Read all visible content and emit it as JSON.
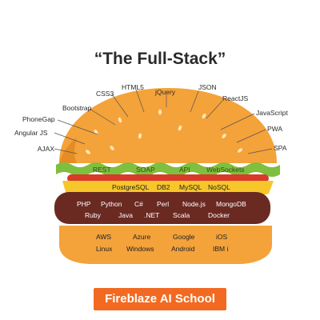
{
  "title": "“The Full-Stack”",
  "colors": {
    "bun": "#f4a23a",
    "bun_shade": "#e68c24",
    "lettuce": "#7fbf3f",
    "tomato": "#d83a2a",
    "cheese": "#f7c62a",
    "patty": "#6a2a22",
    "brand_bg": "#f26a21"
  },
  "top_bun_labels": {
    "ajax": "AJAX",
    "angular": "Angular JS",
    "phonegap": "PhoneGap",
    "bootstrap": "Bootstrap",
    "css3": "CSS3",
    "html5": "HTML5",
    "jquery": "jQuery",
    "json": "JSON",
    "reactjs": "ReactJS",
    "javascript": "JavaScript",
    "pwa": "PWA",
    "spa": "SPA"
  },
  "lettuce": {
    "rest": "REST",
    "soap": "SOAP",
    "api": "API",
    "websockets": "WebSockets"
  },
  "cheese": {
    "postgresql": "PostgreSQL",
    "db2": "DB2",
    "mysql": "MySQL",
    "nosql": "NoSQL"
  },
  "patty": {
    "php": "PHP",
    "python": "Python",
    "csharp": "C#",
    "perl": "Perl",
    "nodejs": "Node.js",
    "mongodb": "MongoDB",
    "ruby": "Ruby",
    "java": "Java",
    "dotnet": ".NET",
    "scala": "Scala",
    "docker": "Docker"
  },
  "bottom_bun": {
    "aws": "AWS",
    "azure": "Azure",
    "google": "Google",
    "ios": "iOS",
    "linux": "Linux",
    "windows": "Windows",
    "android": "Android",
    "ibmi": "IBM i"
  },
  "brand": "Fireblaze AI School"
}
